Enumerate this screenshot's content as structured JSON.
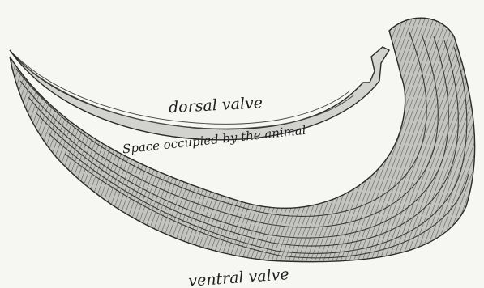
{
  "labels": {
    "dorsal": "dorsal valve",
    "space": "Space occupied by the animal",
    "ventral": "ventral valve"
  },
  "colors": {
    "background": "#f6f6f3",
    "ink": "#2a2a2a",
    "shell_fill": "#b9b9b5"
  }
}
